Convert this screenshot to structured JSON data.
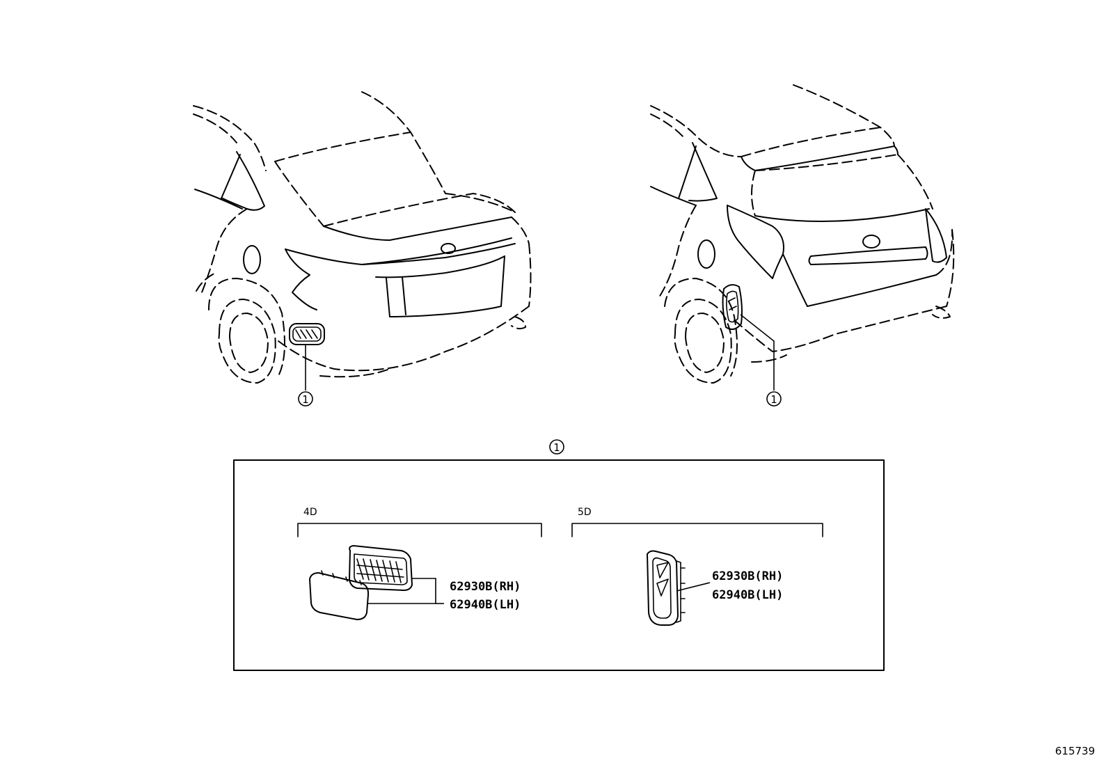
{
  "callouts": {
    "sedan": "1",
    "hatchback": "1",
    "detail_header": "1"
  },
  "detail": {
    "group_4d": {
      "label": "4D",
      "parts": [
        "62930B(RH)",
        "62940B(LH)"
      ]
    },
    "group_5d": {
      "label": "5D",
      "parts": [
        "62930B(RH)",
        "62940B(LH)"
      ]
    }
  },
  "reference_number": "615739"
}
